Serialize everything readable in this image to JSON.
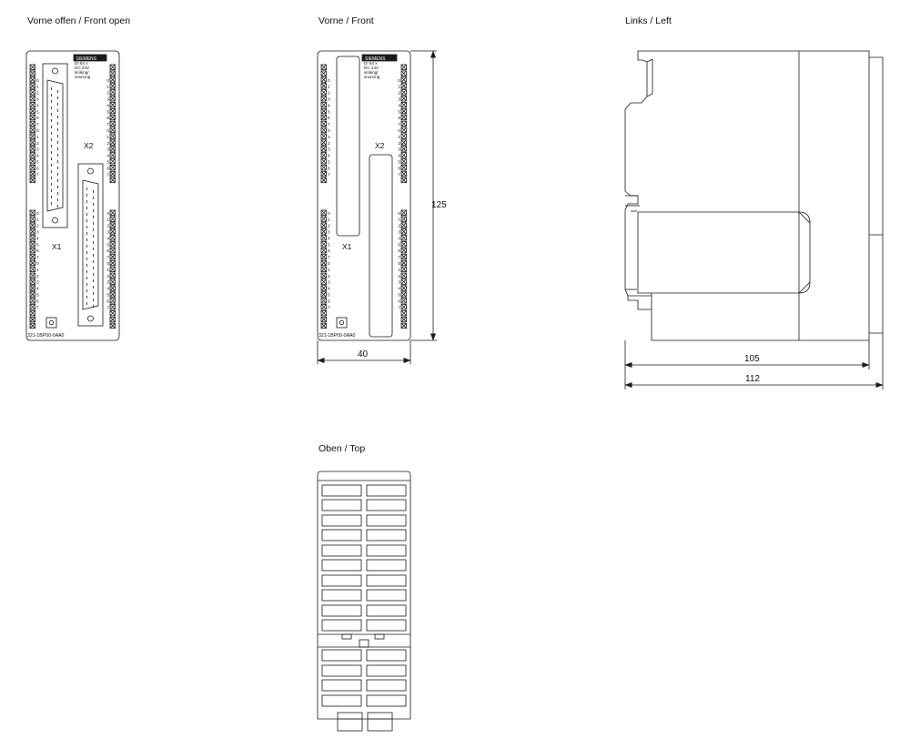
{
  "views": {
    "front_open": {
      "title": "Vorne offen / Front open"
    },
    "front": {
      "title": "Vorne / Front"
    },
    "left": {
      "title": "Links / Left"
    },
    "top": {
      "title": "Oben / Top"
    }
  },
  "module": {
    "brand": "SIEMENS",
    "spec_lines": [
      "DI 64 x",
      "DC 24V",
      "sinking/",
      "sourcing"
    ],
    "part_number": "321-1BP00-0AA0",
    "connector_1": "X1",
    "connector_2": "X2",
    "channel_numbers": [
      "0",
      "1",
      "2",
      "3",
      "4",
      "5",
      "6",
      "7",
      "0",
      "1",
      "2",
      "3",
      "4",
      "5",
      "6",
      "7"
    ]
  },
  "dimensions": {
    "height": "125",
    "width": "40",
    "depth": "105",
    "total_depth": "112"
  },
  "colors": {
    "line": "#1a1a1a",
    "background": "#ffffff"
  }
}
